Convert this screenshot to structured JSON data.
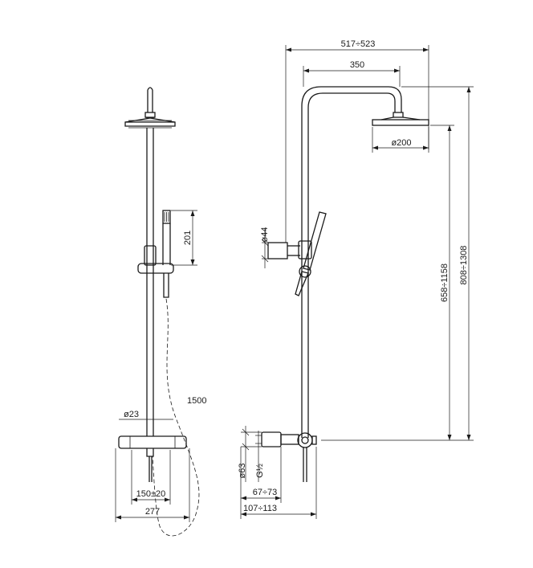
{
  "front_view": {
    "dim_handshower_height": "201",
    "dim_hose_length": "1500",
    "dim_pipe_diameter": "ø23",
    "dim_connection_spacing": "150±20",
    "dim_mixer_width": "277"
  },
  "side_view": {
    "dim_total_reach": "517÷523",
    "dim_arm_reach": "350",
    "dim_head_diameter": "ø200",
    "dim_slider_diameter": "ø44",
    "dim_height_to_head": "658÷1158",
    "dim_height_to_top": "808÷1308",
    "dim_mixer_diameter": "ø63",
    "dim_thread": "G½",
    "dim_wall_to_mixer": "67÷73",
    "dim_wall_to_column": "107÷113"
  }
}
